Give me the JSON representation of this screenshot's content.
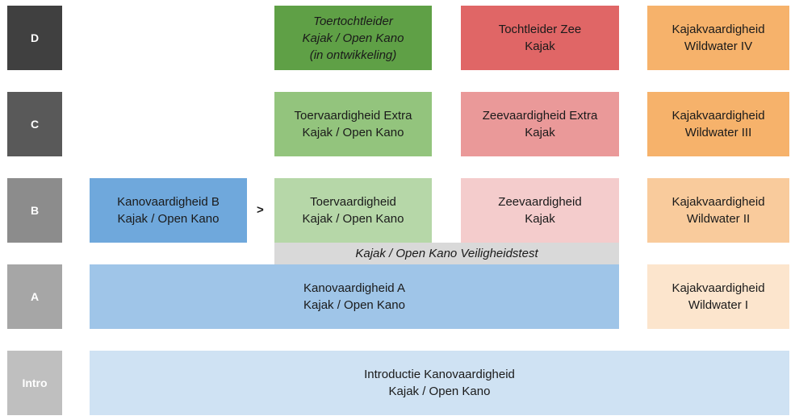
{
  "levels": {
    "d": {
      "label": "D",
      "color": "#404040"
    },
    "c": {
      "label": "C",
      "color": "#595959"
    },
    "b": {
      "label": "B",
      "color": "#8c8c8c"
    },
    "a": {
      "label": "A",
      "color": "#a6a6a6"
    },
    "intro": {
      "label": "Intro",
      "color": "#bfbfbf"
    }
  },
  "boxes": {
    "toertochtleider": {
      "lines": [
        "Toertochtleider",
        "Kajak / Open Kano",
        "(in ontwikkeling)"
      ],
      "color": "#5fa046"
    },
    "tochtleider_zee": {
      "lines": [
        "Tochtleider Zee",
        "Kajak"
      ],
      "color": "#e06666"
    },
    "wildwater_4": {
      "lines": [
        "Kajakvaardigheid",
        "Wildwater IV"
      ],
      "color": "#f6b26b"
    },
    "toervaardigheid_extra": {
      "lines": [
        "Toervaardigheid Extra",
        "Kajak / Open Kano"
      ],
      "color": "#93c47d"
    },
    "zeevaardigheid_extra": {
      "lines": [
        "Zeevaardigheid Extra",
        "Kajak"
      ],
      "color": "#ea9999"
    },
    "wildwater_3": {
      "lines": [
        "Kajakvaardigheid",
        "Wildwater III"
      ],
      "color": "#f6b26b"
    },
    "kanovaardigheid_b": {
      "lines": [
        "Kanovaardigheid B",
        "Kajak / Open Kano"
      ],
      "color": "#6fa8dc"
    },
    "toervaardigheid": {
      "lines": [
        "Toervaardigheid",
        "Kajak / Open Kano"
      ],
      "color": "#b6d7a8"
    },
    "zeevaardigheid": {
      "lines": [
        "Zeevaardigheid",
        "Kajak"
      ],
      "color": "#f4cccc"
    },
    "wildwater_2": {
      "lines": [
        "Kajakvaardigheid",
        "Wildwater II"
      ],
      "color": "#f9cb9c"
    },
    "veiligheidstest": {
      "lines": [
        "Kajak / Open Kano Veiligheidstest"
      ],
      "color": "#d9d9d9"
    },
    "kanovaardigheid_a": {
      "lines": [
        "Kanovaardigheid A",
        "Kajak / Open Kano"
      ],
      "color": "#9fc5e8"
    },
    "wildwater_1": {
      "lines": [
        "Kajakvaardigheid",
        "Wildwater I"
      ],
      "color": "#fce5cd"
    },
    "introductie": {
      "lines": [
        "Introductie Kanovaardigheid",
        "Kajak / Open Kano"
      ],
      "color": "#cfe2f3"
    }
  },
  "arrow_b": ">"
}
